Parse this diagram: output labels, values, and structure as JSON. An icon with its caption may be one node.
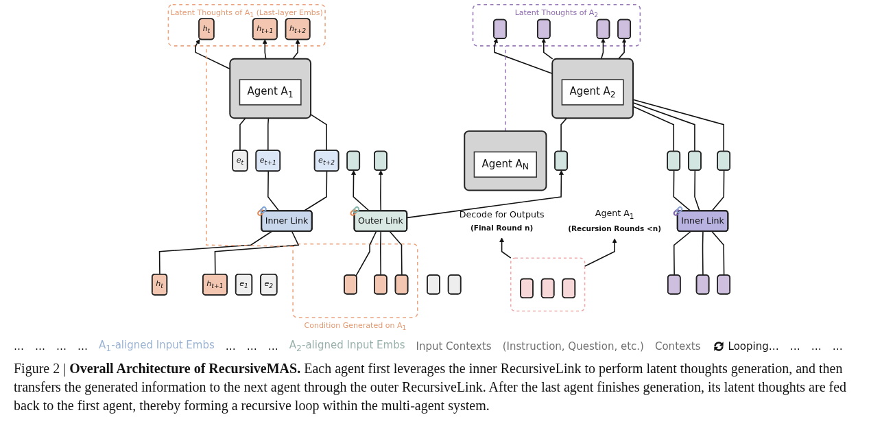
{
  "diagram": {
    "caption": "Figure 2 | **Overall Architecture of RecursiveMAS.** Each agent first leverages the inner RecursiveLink to perform latent thoughts generation, and then transfers the generated information to the next agent through the outer RecursiveLink. After the last agent finishes generation, its latent thoughts are fed back to the first agent, thereby forming a recursive loop within the multi-agent system.",
    "nodes": [
      {
        "text": [
          "Latent Thoughts of A$_{1}$ (Last-layer Embs)"
        ]
      },
      {
        "text": [
          "h$_{t}$"
        ],
        "in": 0
      },
      {
        "text": [
          "h$_{t+1}$"
        ],
        "in": 0
      },
      {
        "text": [
          "h$_{t+2}$"
        ],
        "in": 0
      },
      {
        "text": [],
        "shape": "box"
      },
      {
        "text": [
          "Agent A$_{1}$"
        ],
        "in": 4
      },
      {
        "text": [
          "e$_{1}$"
        ]
      },
      {
        "text": [
          "e$_{2}$"
        ]
      },
      {
        "text": [
          "e$_{t}$"
        ]
      },
      {
        "text": [
          "e$_{t+1}$"
        ]
      },
      {
        "text": [
          "e$_{t+2}$"
        ]
      },
      {
        "text": [
          "Inner Link"
        ]
      },
      {
        "text": [
          "h$_{t}$"
        ]
      },
      {
        "text": [
          "h$_{t+1}$"
        ]
      },
      {
        "text": [
          "Latent Thoughts of A$_{2}$"
        ]
      },
      {
        "text": [],
        "shape": "box",
        "in": 14
      },
      {
        "text": [],
        "shape": "box",
        "in": 14
      },
      {
        "text": [],
        "shape": "box",
        "in": 14
      },
      {
        "text": [],
        "shape": "box",
        "in": 14
      },
      {
        "text": [],
        "shape": "box"
      },
      {
        "text": [
          "Agent A$_{2}$"
        ],
        "in": 19
      },
      {
        "text": [],
        "shape": "box"
      },
      {
        "text": [],
        "shape": "box"
      },
      {
        "text": [],
        "shape": "box"
      },
      {
        "text": [],
        "shape": "box"
      },
      {
        "text": [],
        "shape": "box"
      },
      {
        "text": [],
        "shape": "box"
      },
      {
        "text": [],
        "shape": "box"
      },
      {
        "text": [],
        "shape": "box"
      },
      {
        "text": [
          "Outer Link"
        ]
      },
      {
        "text": [
          "Inner Link"
        ]
      },
      {
        "text": [
          "Condition Generated on A$_{1}$"
        ]
      },
      {
        "text": [],
        "shape": "box",
        "in": 31
      },
      {
        "text": [],
        "shape": "box",
        "in": 31
      },
      {
        "text": [],
        "shape": "box",
        "in": 31
      },
      {
        "text": [],
        "shape": "box"
      },
      {
        "text": [],
        "shape": "box"
      },
      {
        "text": [],
        "shape": "box"
      },
      {
        "text": [
          "Decode for Outputs",
          "(Final Round n)"
        ]
      },
      {
        "text": [],
        "shape": "box"
      },
      {
        "text": [],
        "shape": "box",
        "in": 39
      },
      {
        "text": [],
        "shape": "box",
        "in": 39
      },
      {
        "text": [],
        "shape": "box",
        "in": 39
      },
      {
        "text": [
          "Agent A$_{1}$",
          "(Recursion Rounds <n)"
        ]
      },
      {
        "text": [],
        "shape": "box"
      },
      {
        "text": [
          "Agent A$_{N}$"
        ],
        "in": 44
      }
    ],
    "edges": [
      {
        "from": 4,
        "to": 1,
        "arrow": "to"
      },
      {
        "from": 4,
        "to": 2,
        "arrow": "to"
      },
      {
        "from": 4,
        "to": 3,
        "arrow": "to"
      },
      {
        "from": 8,
        "to": 4,
        "arrow": "none"
      },
      {
        "from": 9,
        "to": 4,
        "arrow": "none"
      },
      {
        "from": 10,
        "to": 4,
        "arrow": "none"
      },
      {
        "from": 11,
        "to": 9,
        "arrow": "none"
      },
      {
        "from": 11,
        "to": 10,
        "arrow": "none"
      },
      {
        "from": 12,
        "to": 11,
        "arrow": "none"
      },
      {
        "from": 13,
        "to": 11,
        "arrow": "none"
      },
      {
        "from": 31,
        "to": 0,
        "arrow": "none",
        "style": "dashed",
        "color": "#eba47f"
      },
      {
        "from": 19,
        "to": 15,
        "arrow": "to"
      },
      {
        "from": 19,
        "to": 16,
        "arrow": "to"
      },
      {
        "from": 19,
        "to": 17,
        "arrow": "to"
      },
      {
        "from": 19,
        "to": 18,
        "arrow": "to"
      },
      {
        "from": 25,
        "to": 19,
        "arrow": "none"
      },
      {
        "from": 26,
        "to": 19,
        "arrow": "none"
      },
      {
        "from": 27,
        "to": 19,
        "arrow": "none"
      },
      {
        "from": 28,
        "to": 19,
        "arrow": "none"
      },
      {
        "from": 29,
        "to": 23,
        "arrow": "to"
      },
      {
        "from": 29,
        "to": 24,
        "arrow": "to"
      },
      {
        "from": 29,
        "to": 25,
        "arrow": "to"
      },
      {
        "from": 30,
        "to": 26,
        "arrow": "none"
      },
      {
        "from": 30,
        "to": 27,
        "arrow": "none"
      },
      {
        "from": 30,
        "to": 28,
        "arrow": "none"
      },
      {
        "from": 32,
        "to": 29,
        "arrow": "none"
      },
      {
        "from": 33,
        "to": 29,
        "arrow": "none"
      },
      {
        "from": 34,
        "to": 29,
        "arrow": "none"
      },
      {
        "from": 35,
        "to": 30,
        "arrow": "none"
      },
      {
        "from": 36,
        "to": 30,
        "arrow": "none"
      },
      {
        "from": 37,
        "to": 30,
        "arrow": "none"
      },
      {
        "from": 44,
        "to": 14,
        "arrow": "none",
        "style": "dashed",
        "color": "#9a79b8"
      },
      {
        "from": 39,
        "to": 38,
        "arrow": "to"
      },
      {
        "from": 39,
        "to": 43,
        "arrow": "to"
      }
    ],
    "labels": [
      "…",
      "…",
      "…",
      "…",
      "A$_{1}$-aligned Input Embs",
      "…",
      "…",
      "…",
      "A$_{2}$-aligned Input Embs",
      "Input Contexts",
      "(Instruction, Question, etc.)",
      "Contexts",
      "Looping…",
      "…",
      "…",
      "…"
    ]
  }
}
